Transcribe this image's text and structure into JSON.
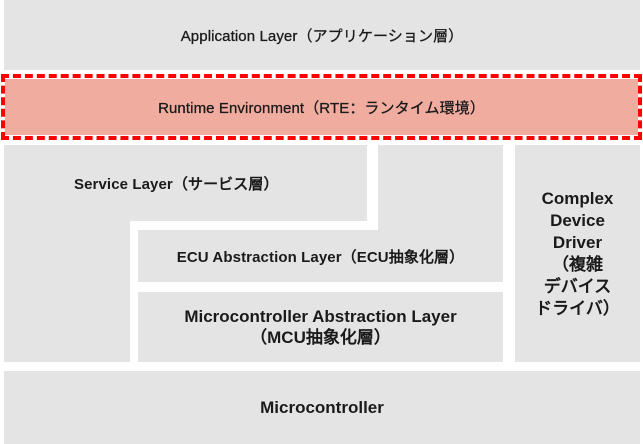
{
  "diagram": {
    "title": "AUTOSAR Layered Architecture",
    "colors": {
      "box_fill": "#e4e4e4",
      "rte_fill": "#f1aca0",
      "highlight_border": "#ff0000",
      "text": "#1a1a1a"
    },
    "layers": {
      "application": "Application Layer（アプリケーション層）",
      "rte": "Runtime Environment（RTE：ランタイム環境）",
      "service": "Service Layer（サービス層）",
      "ecu_abstraction": "ECU Abstraction Layer（ECU抽象化層）",
      "mcal_line1": "Microcontroller Abstraction Layer",
      "mcal_line2": "（MCU抽象化層）",
      "cdd_lines": [
        "Complex",
        "Device",
        "Driver",
        "（複雑",
        "デバイス",
        "ドライバ）"
      ],
      "microcontroller": "Microcontroller"
    },
    "highlighted_layer": "rte"
  }
}
